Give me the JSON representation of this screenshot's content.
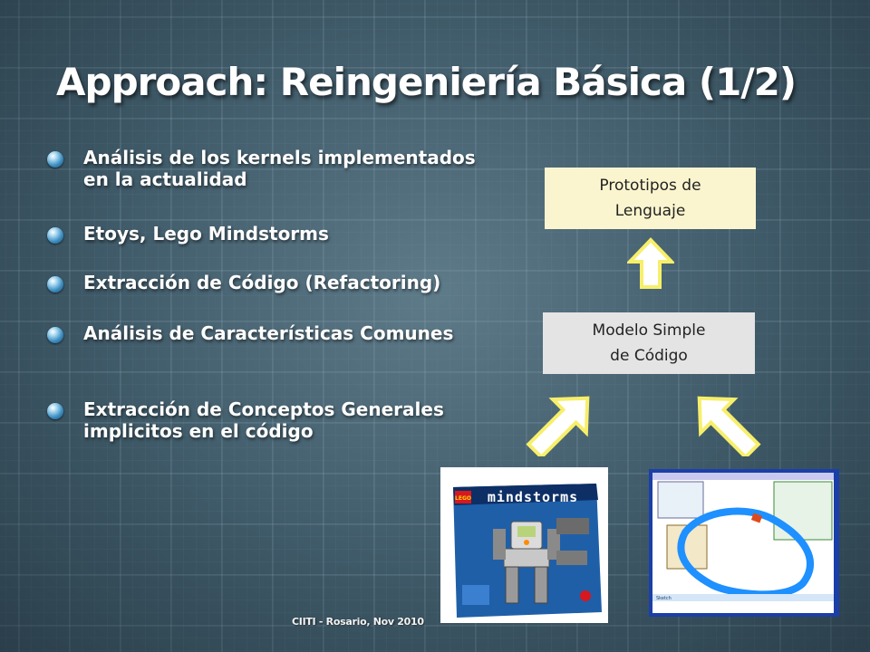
{
  "slide": {
    "title": "Approach: Reingeniería Básica (1/2)",
    "bullets": [
      "Análisis de los kernels implementados en la actualidad",
      "Etoys, Lego Mindstorms",
      "Extracción de Código (Refactoring)",
      "Análisis de Características Comunes",
      "Extracción de Conceptos Generales implicitos en el código"
    ],
    "footer": "CIITI - Rosario, Nov 2010"
  },
  "diagram": {
    "top_box": {
      "line1": "Prototipos de",
      "line2": "Lenguaje"
    },
    "middle_box": {
      "line1": "Modelo Simple",
      "line2": "de Código"
    },
    "arrow_color": "#f7ef6a",
    "arrow_fill": "#ffffff"
  },
  "images": {
    "lego_box_text": "mindstorms",
    "lego_logo_text": "LEGO",
    "etoys_field_text": "Sketch"
  },
  "colors": {
    "background": "#3f5a68",
    "top_box_fill": "#fbf5cf",
    "middle_box_fill": "#e4e4e4",
    "title_text": "#ffffff"
  }
}
